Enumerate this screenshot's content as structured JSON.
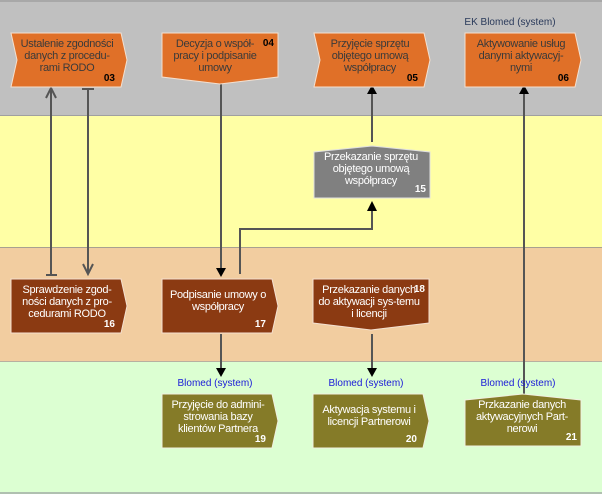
{
  "colors": {
    "lane_gray": "#c0c0c0",
    "lane_yellow": "#ffffa5",
    "lane_peach": "#f2cda0",
    "lane_green": "#dcffd2",
    "orange_node": "#e07028",
    "gray_node": "#808080",
    "brown_node": "#8b3a12",
    "olive_node": "#857b28",
    "system_label_blue": "#1a1ad8",
    "system_label_dark": "#2a3a5a"
  },
  "lanes": [
    "lane-gray",
    "lane-yellow",
    "lane-peach",
    "lane-green"
  ],
  "nodes": {
    "n03": {
      "label": "Ustalenie zgodności danych z procedu-rami RODO",
      "num": "03",
      "shape": "event"
    },
    "n04": {
      "label": "Decyzja o współ- pracy i podpisanie umowy",
      "num": "04",
      "shape": "decision"
    },
    "n05": {
      "label": "Przyjęcie sprzętu objętego umową współpracy",
      "num": "05",
      "shape": "event"
    },
    "n06": {
      "label": "Aktywowanie usług danymi aktywacyj-nymi",
      "num": "06",
      "shape": "event",
      "system": "EK Blomed (system)"
    },
    "n15": {
      "label": "Przekazanie sprzętu objętego umową współpracy",
      "num": "15",
      "shape": "house"
    },
    "n16": {
      "label": "Sprawdzenie zgod-ności danych z pro-cedurami RODO",
      "num": "16",
      "shape": "event"
    },
    "n17": {
      "label": "Podpisanie umowy o współpracy",
      "num": "17",
      "shape": "event"
    },
    "n18": {
      "label": "Przekazanie danych do aktywacji sys-temu i licencji",
      "num": "18",
      "shape": "decision"
    },
    "n19": {
      "label": "Przyjęcie do admini-strowania bazy klientów Partnera",
      "num": "19",
      "shape": "event",
      "system": "Blomed (system)"
    },
    "n20": {
      "label": "Aktywacja systemu i licencji Partnerowi",
      "num": "20",
      "shape": "event",
      "system": "Blomed (system)"
    },
    "n21": {
      "label": "Przkazanie danych aktywacyjnych Part-nerowi",
      "num": "21",
      "shape": "house",
      "system": "Blomed (system)"
    }
  }
}
